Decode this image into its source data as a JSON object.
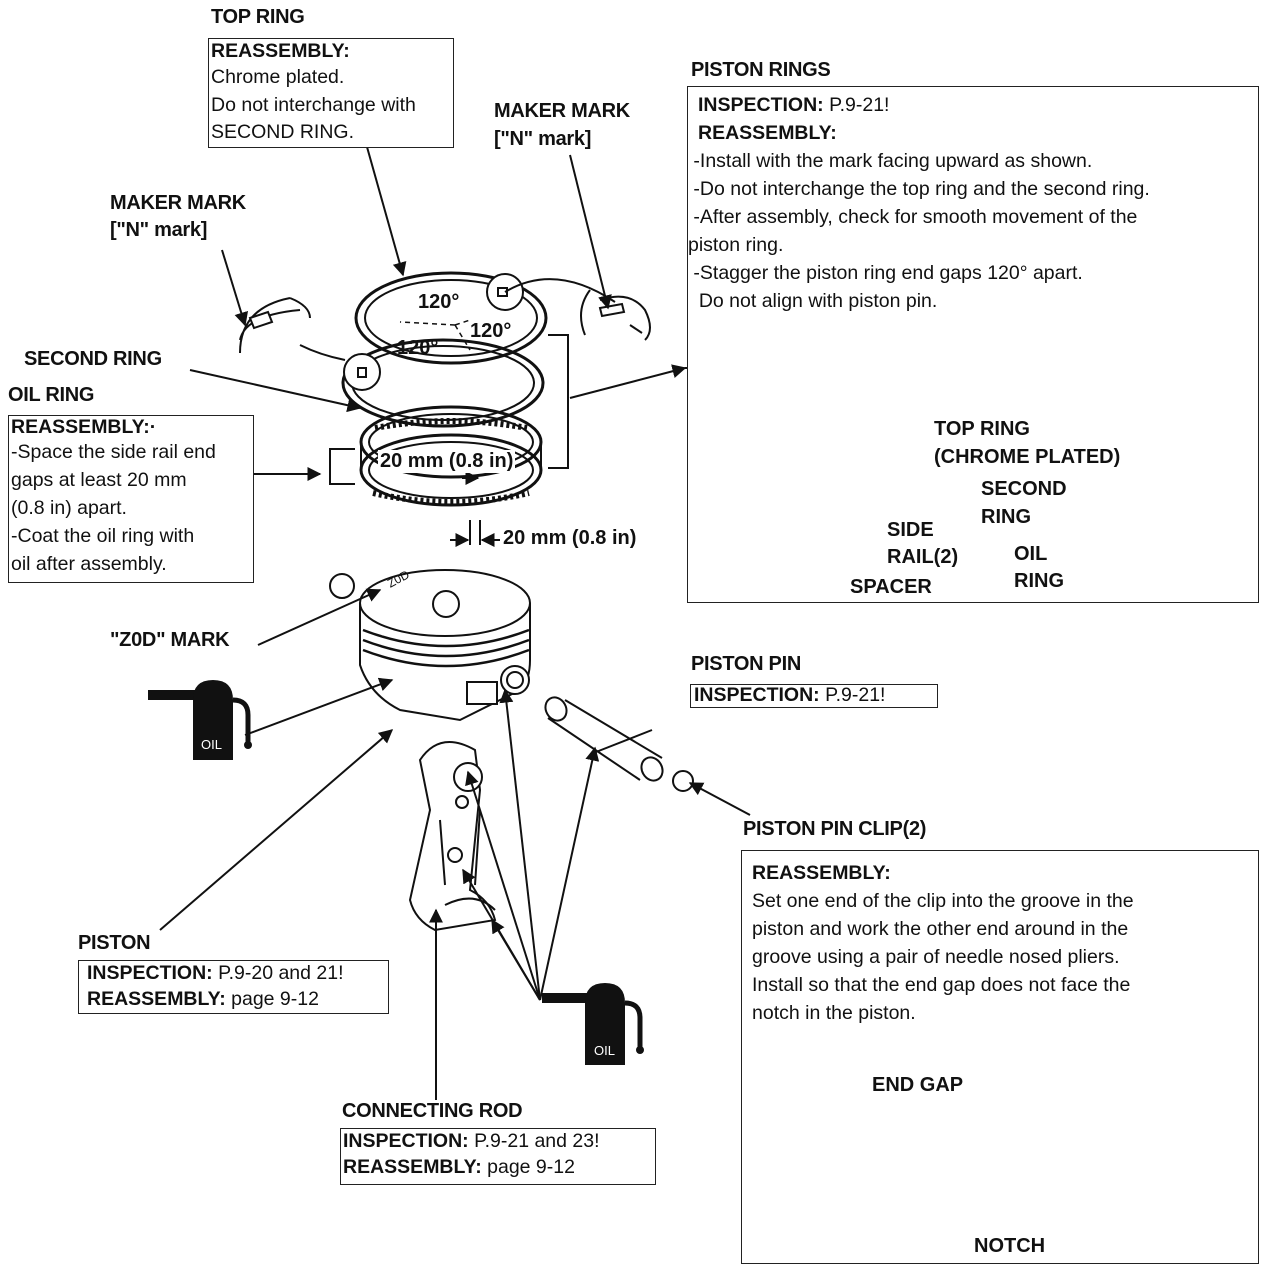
{
  "top_ring": {
    "title": "TOP RING",
    "heading": "REASSEMBLY:",
    "lines": [
      "Chrome plated.",
      "Do not interchange with",
      "SECOND RING."
    ]
  },
  "maker_mark_right": {
    "line1": "MAKER MARK",
    "line2": "[\"N\" mark]"
  },
  "maker_mark_left": {
    "line1": "MAKER MARK",
    "line2": "[\"N\" mark]"
  },
  "second_ring": "SECOND RING",
  "oil_ring": {
    "title": "OIL RING",
    "heading": "REASSEMBLY:·",
    "lines": [
      "-Space the side rail end",
      "gaps at least 20 mm",
      "(0.8 in) apart.",
      " -Coat the oil ring with",
      "oil after assembly."
    ]
  },
  "angles": [
    "120°",
    "120°",
    "120°"
  ],
  "gap_labels": [
    "20 mm (0.8 in)",
    "20 mm (0.8 in)"
  ],
  "piston_rings": {
    "title": "PISTON RINGS",
    "inspection_label": "INSPECTION:",
    "inspection_ref": "P.9-21!",
    "reassembly_label": "REASSEMBLY:",
    "lines": [
      " -Install with the mark facing upward as shown.",
      " -Do not interchange the top ring and the second ring.",
      " -After assembly, check for smooth movement of the",
      "piston ring.",
      " -Stagger the piston ring end gaps 120° apart.",
      "  Do not align with piston pin."
    ],
    "cross_section": {
      "top_ring_1": "TOP RING",
      "top_ring_2": "(CHROME PLATED)",
      "second_1": "SECOND",
      "second_2": "RING",
      "side": "SIDE",
      "rail": "RAIL(2)",
      "oil_1": "OIL",
      "oil_2": "RING",
      "spacer": "SPACER"
    }
  },
  "zod_mark": "\"Z0D\" MARK",
  "piston_crown_text": "Z0D",
  "oil_can_label": "OIL",
  "piston_pin": {
    "title": "PISTON PIN",
    "inspection_label": "INSPECTION:",
    "inspection_ref": "P.9-21!"
  },
  "piston_pin_clip": {
    "title": "PISTON PIN CLIP(2)",
    "heading": "REASSEMBLY:",
    "lines": [
      "Set one end of the clip into the groove in the",
      "piston and work the other end around in the",
      "groove using a pair of needle nosed pliers.",
      "Install so that the end gap does not face the",
      "notch in the piston."
    ],
    "end_gap": "END GAP",
    "notch": "NOTCH"
  },
  "piston": {
    "title": "PISTON",
    "inspection_label": "INSPECTION:",
    "inspection_ref": "P.9-20 and 21!",
    "reassembly_label": "REASSEMBLY:",
    "reassembly_ref": "page 9-12"
  },
  "connecting_rod": {
    "title": "CONNECTING ROD",
    "inspection_label": "INSPECTION:",
    "inspection_ref": "P.9-21 and 23!",
    "reassembly_label": "REASSEMBLY:",
    "reassembly_ref": "page 9-12"
  }
}
